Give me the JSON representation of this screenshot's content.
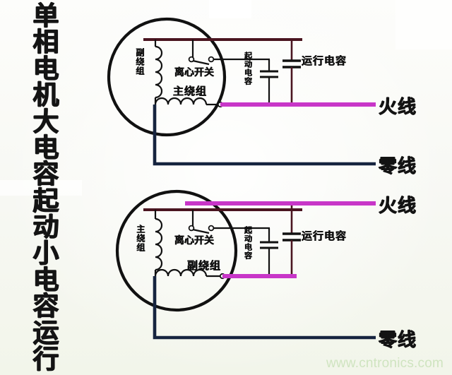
{
  "title": {
    "full_text": "单相电机大电容起动小电容运行",
    "chars": [
      "单",
      "相",
      "电",
      "机",
      "大",
      "电",
      "容",
      "起",
      "动",
      "小",
      "电",
      "容",
      "运",
      "行"
    ]
  },
  "colors": {
    "live_wire": "#c836c8",
    "neutral_wire": "#16243f",
    "top_wire": "#4a1520",
    "black_wire": "#111111",
    "watermark": "#cfe4c0",
    "background": "#f7f8f3"
  },
  "diagrams": [
    {
      "id": "upper",
      "name": "capacitor-start-capacitor-run-motor-upper",
      "motor_labels": {
        "vertical_winding": "副绕组",
        "horizontal_winding": "主绕组",
        "centrifugal_switch": "离心开关"
      },
      "capacitors": {
        "start": "起动电容",
        "run": "运行电容"
      },
      "supply_lines": {
        "live": "火线",
        "neutral": "零线"
      }
    },
    {
      "id": "lower",
      "name": "capacitor-start-capacitor-run-motor-lower",
      "motor_labels": {
        "vertical_winding": "主绕组",
        "horizontal_winding": "副绕组",
        "centrifugal_switch": "离心开关"
      },
      "capacitors": {
        "start": "起动电容",
        "run": "运行电容"
      },
      "supply_lines": {
        "live": "火线",
        "neutral": "零线"
      }
    }
  ],
  "watermark": "www.cntronics.com"
}
